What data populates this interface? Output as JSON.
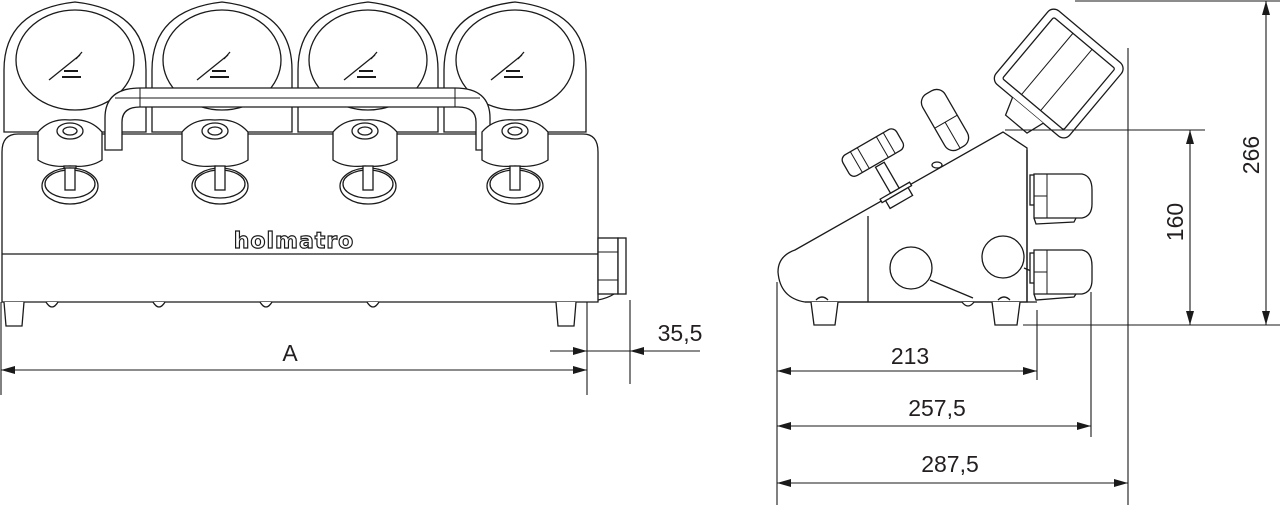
{
  "drawing": {
    "brand_logo": "holmatro",
    "front_view": {
      "gauge_count": 4,
      "valve_count": 4,
      "dimensions": {
        "width_label": "A",
        "coupler_offset": "35,5"
      }
    },
    "side_view": {
      "dimensions": {
        "height_total": "266",
        "height_coupler": "160",
        "depth_base": "213",
        "depth_coupler": "257,5",
        "depth_total": "287,5"
      }
    }
  }
}
